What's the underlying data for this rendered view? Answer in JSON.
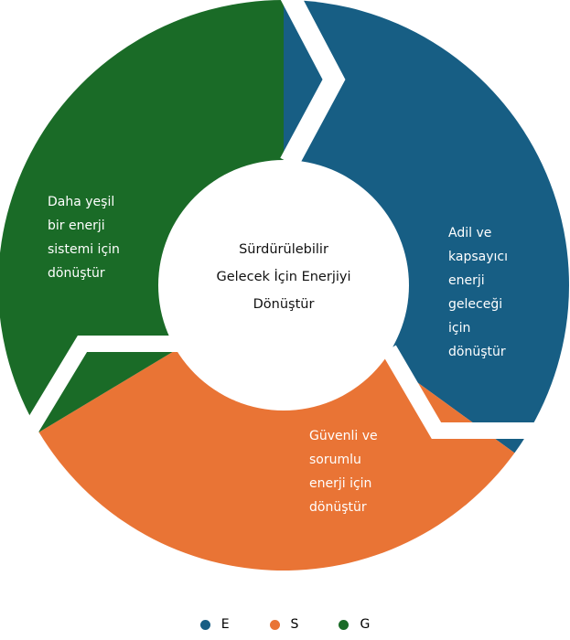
{
  "title": "Sürdürülebilir Gelecek İçin Enerjiyi Dönüştür",
  "center_lines": [
    "Sürdürülebilir",
    "Gelecek İçin Enerjiyi",
    "Dönüştür"
  ],
  "segments": [
    {
      "key": "E",
      "color": "#175e84",
      "lines": [
        "Adil ve",
        "kapsayıcı",
        "enerji",
        "geleceği",
        "için",
        "dönüştür"
      ]
    },
    {
      "key": "S",
      "color": "#e97435",
      "lines": [
        "Güvenli ve",
        "sorumlu",
        "enerji için",
        "dönüştür"
      ]
    },
    {
      "key": "G",
      "color": "#1a6b27",
      "lines": [
        "Daha yeşil",
        "bir enerji",
        "sistemi için",
        "dönüştür"
      ]
    }
  ],
  "legend": [
    {
      "label": "E",
      "color": "#175e84"
    },
    {
      "label": "S",
      "color": "#e97435"
    },
    {
      "label": "G",
      "color": "#1a6b27"
    }
  ]
}
